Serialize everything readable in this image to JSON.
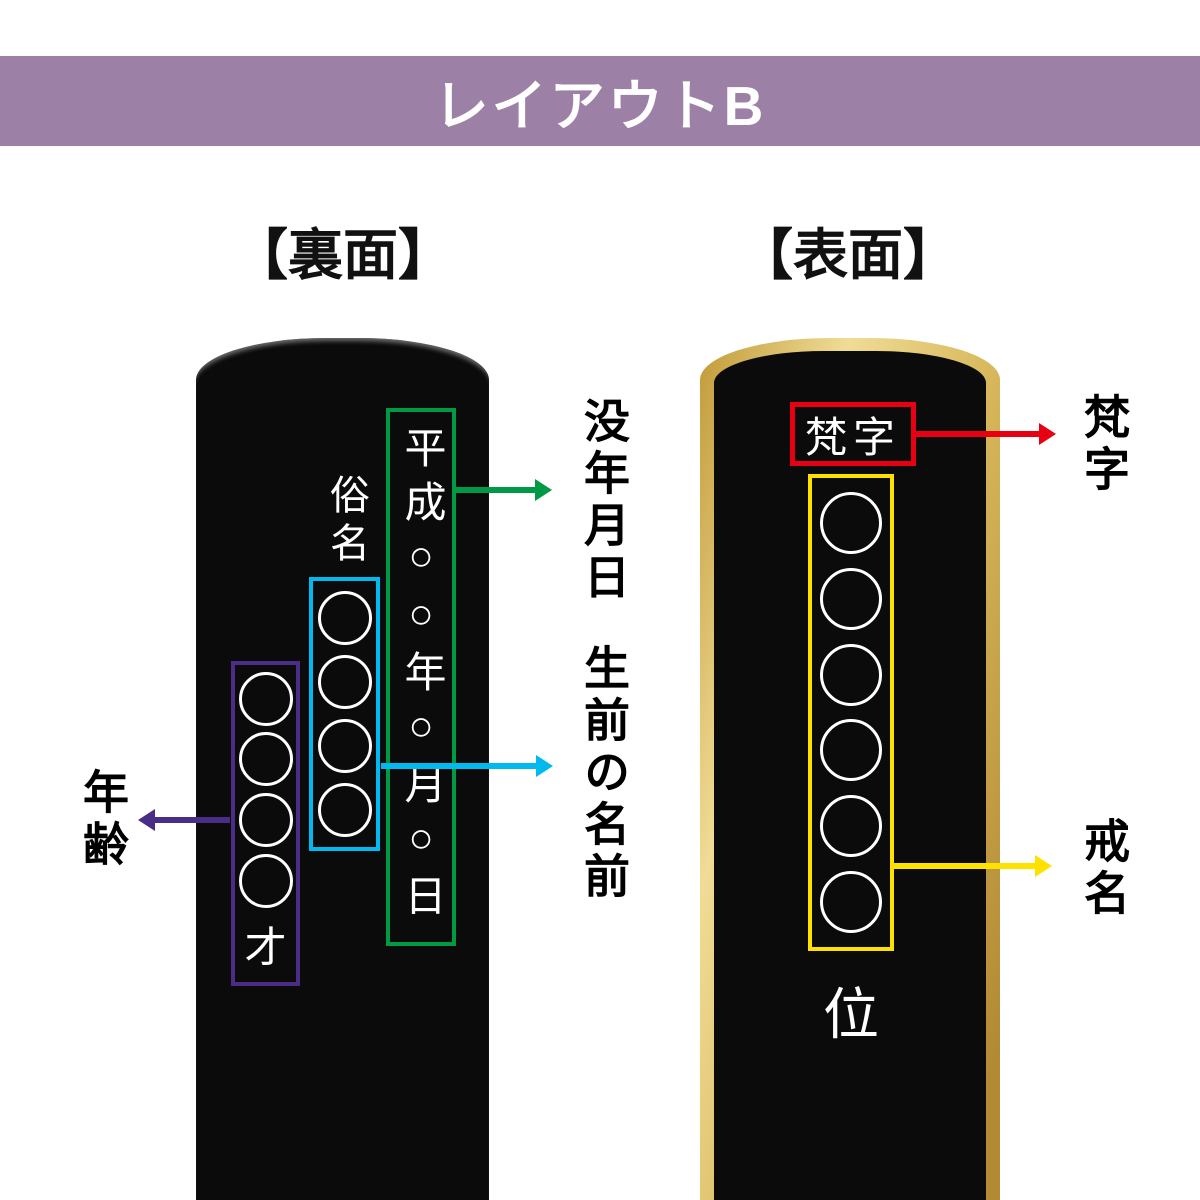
{
  "header": {
    "title": "レイアウトB",
    "bg_color": "#9c80a6"
  },
  "back_panel": {
    "label": "【裏面】",
    "tablet": {
      "color": "#0b0b0b",
      "date_text": "平成○○年○月○日",
      "zokumyo_label": "俗名",
      "age_suffix": "才"
    },
    "boxes": {
      "date": {
        "color": "#009944"
      },
      "name": {
        "color": "#00b9ef",
        "circle_count": 4
      },
      "age": {
        "color": "#4a2d86",
        "circle_count": 4
      }
    },
    "annotations": {
      "date_label": "没年月日",
      "name_label": "生前の名前",
      "age_label": "年齢"
    }
  },
  "front_panel": {
    "label": "【表面】",
    "tablet": {
      "color": "#0b0b0b",
      "frame_color": "#d9ba5e",
      "bonji_text": "梵字",
      "rank_label": "位"
    },
    "boxes": {
      "bonji": {
        "color": "#e60012"
      },
      "kaimyo": {
        "color": "#ffe100",
        "circle_count": 6
      }
    },
    "annotations": {
      "bonji_label": "梵字",
      "kaimyo_label": "戒名"
    }
  }
}
